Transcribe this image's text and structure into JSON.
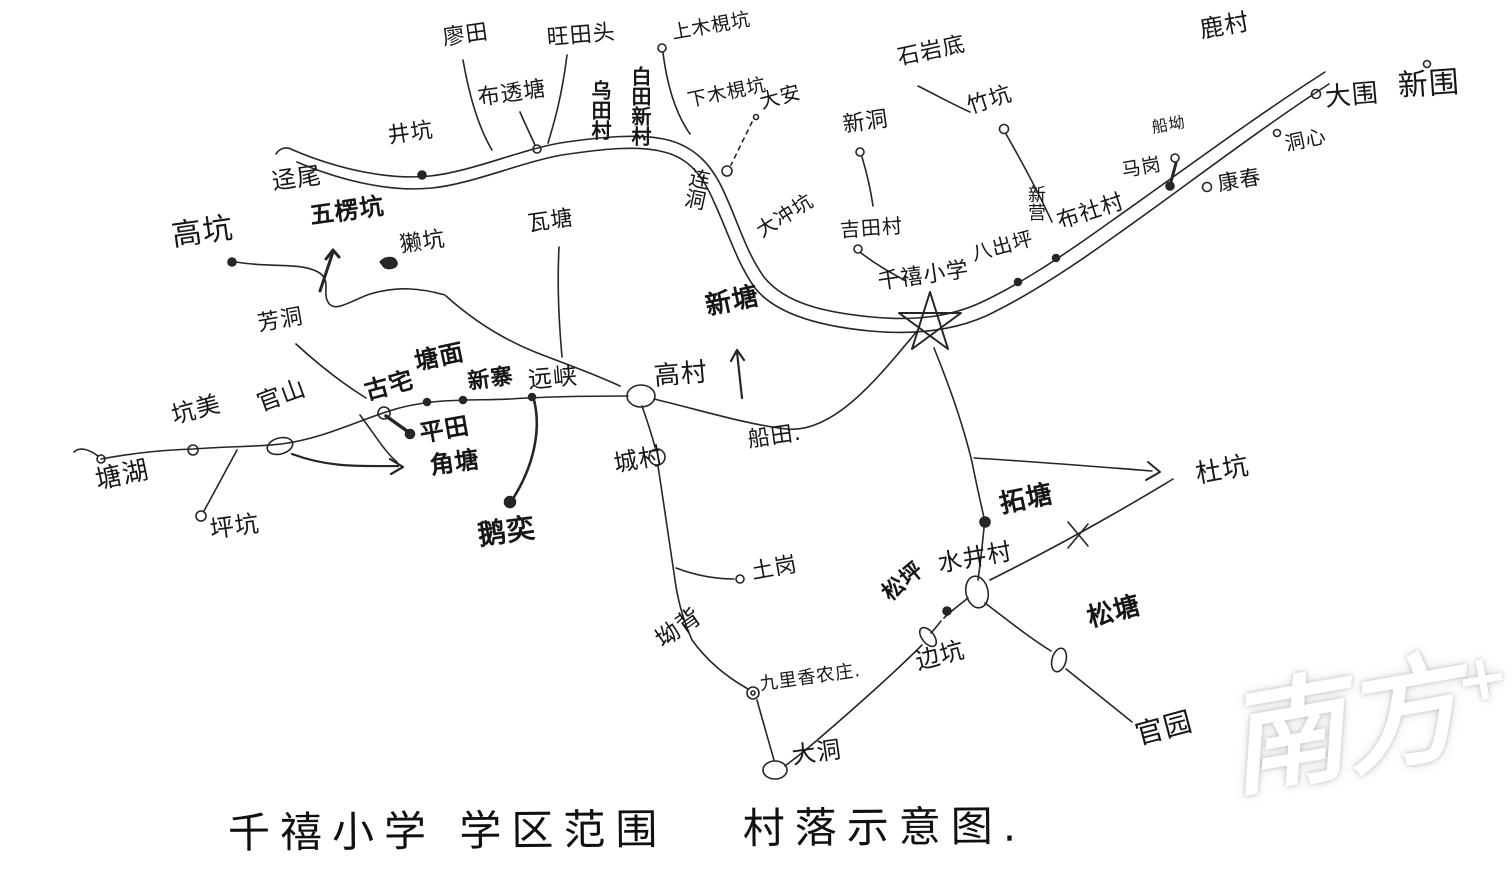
{
  "map": {
    "title": "千禧小学 学区范围　 村落示意图.",
    "school": "千禧小学",
    "watermark": {
      "text": "南方",
      "plus": "+"
    },
    "ink_color": "#262626",
    "villages": {
      "liaotian": "廖田",
      "wangtiantou": "旺田头",
      "shangmujiankeng": "上木梘坑",
      "lucun": "鹿村",
      "shiyandi": "石岩底",
      "butoutang": "布透塘",
      "xiamujiankeng": "下木梘坑",
      "daan": "大安",
      "xinwei": "新围",
      "dawei": "大围",
      "jingkeng": "井坑",
      "xindong": "新洞",
      "zhukeng": "竹坑",
      "chuanao": "船坳",
      "dongxin": "洞心",
      "jingwei": "迳尾",
      "magang": "马岗",
      "kangchun": "康春",
      "liandong": "连洞",
      "gaokeng": "高坑",
      "wulengkeng": "五楞坑",
      "takeng": "獭坑",
      "watang": "瓦塘",
      "jitiancun": "吉田村",
      "dachongkeng": "大冲坑",
      "bushecun": "布社村",
      "xinying": "新营",
      "bachuping": "八出坪",
      "xintang": "新塘",
      "fangdong": "芳洞",
      "tangmian": "塘面",
      "xinzhai": "新寨",
      "yuanxia": "远峡",
      "guzhai": "古宅",
      "gaocun": "高村",
      "guanshan": "官山",
      "kengmei": "坑美",
      "pingtian": "平田",
      "jiaotang": "角塘",
      "chuantian": "船田.",
      "tanghu": "塘湖",
      "chengcun": "城村",
      "pingkeng": "坪坑",
      "eyi": "鹅奕",
      "tugang": "土岗",
      "dukeng": "杜坑",
      "tuotang": "拓塘",
      "shuijingcun": "水井村",
      "songping": "松坪",
      "aobei": "坳背",
      "biankeng": "边坑",
      "songtang": "松塘",
      "jiulixiang": "九里香农庄.",
      "dadong": "大洞",
      "guanyuan": "官园",
      "wutiancun": "乌田村",
      "baitianxincun": "白田新村"
    }
  }
}
